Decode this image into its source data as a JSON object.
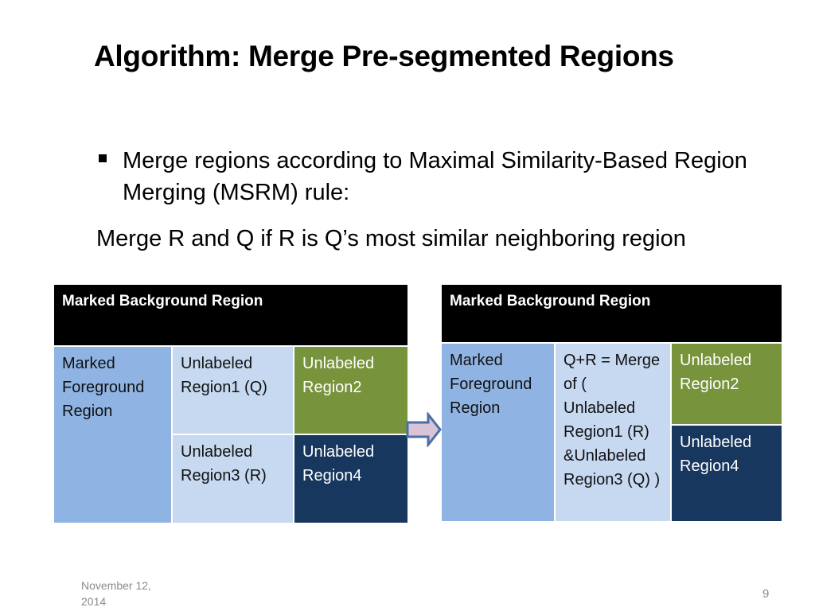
{
  "slide": {
    "title": "Algorithm: Merge Pre-segmented Regions",
    "bullet": "Merge regions according to Maximal Similarity-Based Region Merging (MSRM) rule:",
    "rule_line": "Merge R and Q if R is Q’s most similar neighboring region"
  },
  "left_table": {
    "header": "Marked Background  Region",
    "foreground": "Marked Foreground Region",
    "region1": "Unlabeled Region1 (Q)",
    "region2": "Unlabeled Region2",
    "region3": "Unlabeled Region3 (R)",
    "region4": "Unlabeled Region4"
  },
  "right_table": {
    "header": "Marked Background  Region",
    "foreground": "Marked Foreground Region",
    "merged": "Q+R = Merge of ( Unlabeled Region1  (R) &Unlabeled Region3 (Q) )",
    "region2": "Unlabeled Region2",
    "region4": "Unlabeled Region4"
  },
  "footer": {
    "date": "November 12, 2014",
    "page": "9"
  },
  "colors": {
    "header": "#000000",
    "foreground": "#8fb4e3",
    "light": "#c6d9f1",
    "green": "#77933c",
    "navy": "#17375e",
    "arrow_fill": "#d9c3d6",
    "arrow_stroke": "#4a6fa5"
  }
}
